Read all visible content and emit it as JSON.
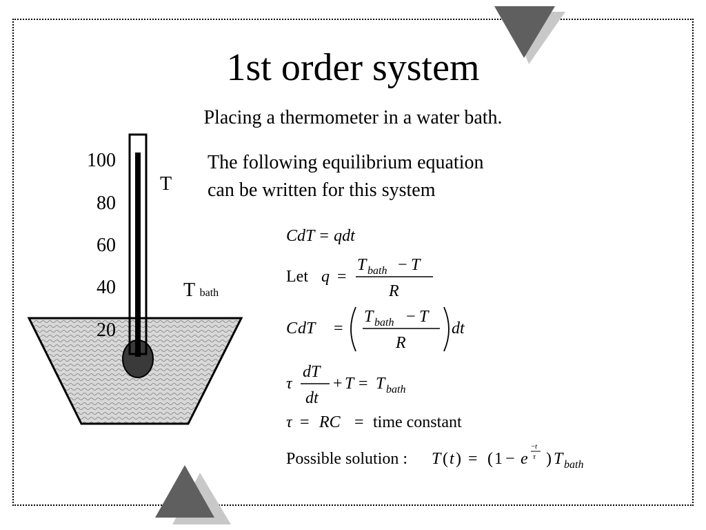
{
  "title": "1st order system",
  "subtitle": "Placing a thermometer in a water bath.",
  "intro": {
    "line1": "The following equilibrium equation",
    "line2": "can be written for this system"
  },
  "thermometer": {
    "scale": [
      "100",
      "80",
      "60",
      "40",
      "20"
    ],
    "label_T": "T",
    "label_Tbath": "T",
    "label_Tbath_sub": "bath"
  },
  "equations": {
    "eq1": "CdT = qdt",
    "let": "Let",
    "q": "q",
    "T": "T",
    "bath": "bath",
    "R": "R",
    "C": "C",
    "dT": "dT",
    "dt": "dt",
    "tau": "τ",
    "rc": "RC",
    "time_constant": "time constant",
    "possible": "Possible solution :",
    "one": "1",
    "t_var": "t",
    "e": "e"
  },
  "colors": {
    "triangle_dark": "#5f5f5f",
    "triangle_light": "#c8c8c8",
    "bulb": "#3a3a3a",
    "water": "#d8d8d8"
  }
}
